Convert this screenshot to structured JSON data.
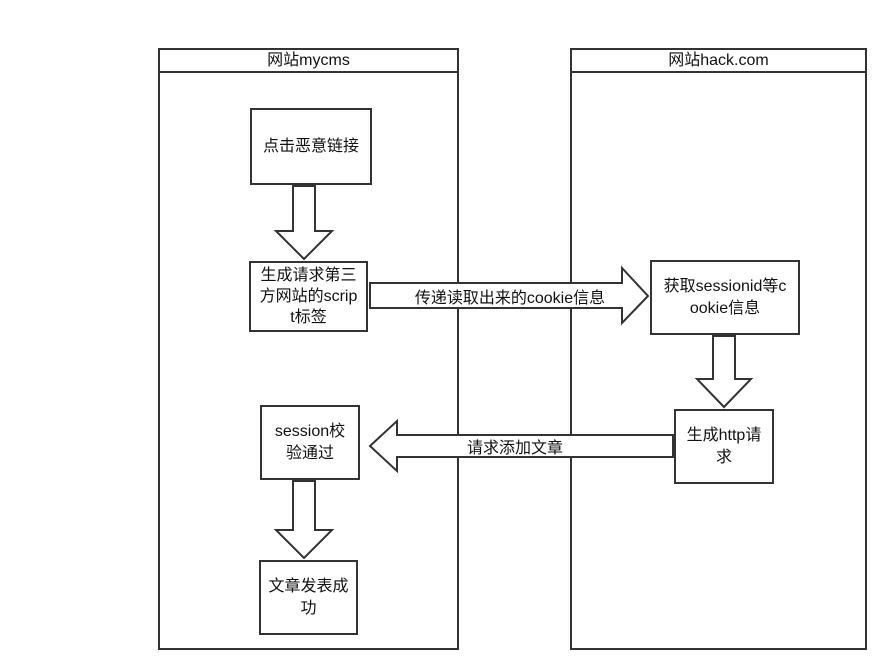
{
  "diagram": {
    "background_color": "#ffffff",
    "line_color": "#333333",
    "text_color": "#111111",
    "lanes": [
      {
        "title": "网站mycms"
      },
      {
        "title": "网站hack.com"
      }
    ],
    "nodes": [
      {
        "label": "点击恶意链接"
      },
      {
        "label": "生成请求第三\n方网站的scrip\nt标签"
      },
      {
        "label": "session校\n验通过"
      },
      {
        "label": "文章发表成\n功"
      },
      {
        "label": "获取sessionid等c\nookie信息"
      },
      {
        "label": "生成http请\n求"
      }
    ],
    "edges": [
      {
        "label": "传递读取出来的cookie信息",
        "direction": "left-to-right"
      },
      {
        "label": "请求添加文章",
        "direction": "right-to-left"
      }
    ]
  }
}
